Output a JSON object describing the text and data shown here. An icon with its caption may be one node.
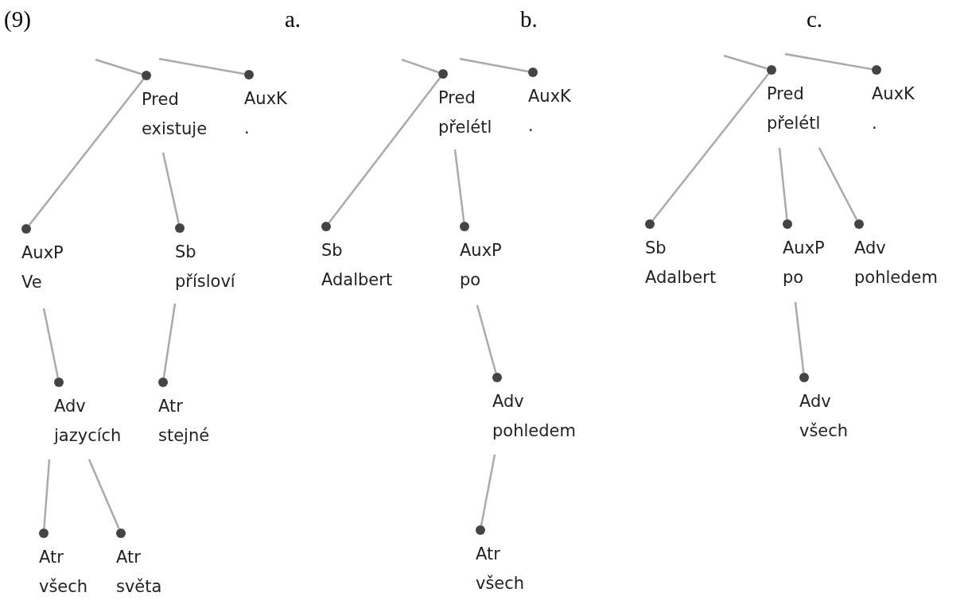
{
  "diagram": {
    "nodes": [
      {
        "text": [
          "Pred",
          "existuje"
        ]
      },
      {
        "text": [
          "AuxK",
          "."
        ]
      },
      {
        "text": [
          "AuxP",
          "Ve"
        ]
      },
      {
        "text": [
          "Sb",
          "přísloví"
        ]
      },
      {
        "text": [
          "Adv",
          "jazycích"
        ]
      },
      {
        "text": [
          "Atr",
          "stejné"
        ]
      },
      {
        "text": [
          "Atr",
          "všech"
        ]
      },
      {
        "text": [
          "Atr",
          "světa"
        ]
      },
      {
        "text": [
          "Pred",
          "přelétl"
        ]
      },
      {
        "text": [
          "AuxK",
          "."
        ]
      },
      {
        "text": [
          "Sb",
          "Adalbert"
        ]
      },
      {
        "text": [
          "AuxP",
          "po"
        ]
      },
      {
        "text": [
          "Adv",
          "pohledem"
        ]
      },
      {
        "text": [
          "Atr",
          "všech"
        ]
      },
      {
        "text": [
          "Pred",
          "přelétl"
        ]
      },
      {
        "text": [
          "AuxK",
          "."
        ]
      },
      {
        "text": [
          "Sb",
          "Adalbert"
        ]
      },
      {
        "text": [
          "AuxP",
          "po"
        ]
      },
      {
        "text": [
          "Adv",
          "pohledem"
        ]
      },
      {
        "text": [
          "Adv",
          "všech"
        ]
      }
    ],
    "edges": [
      {
        "from": null,
        "to": 0,
        "arrow": "none"
      },
      {
        "from": null,
        "to": 1,
        "arrow": "none"
      },
      {
        "from": 0,
        "to": 2,
        "arrow": "none"
      },
      {
        "from": 0,
        "to": 3,
        "arrow": "none"
      },
      {
        "from": 2,
        "to": 4,
        "arrow": "none"
      },
      {
        "from": 3,
        "to": 5,
        "arrow": "none"
      },
      {
        "from": 4,
        "to": 6,
        "arrow": "none"
      },
      {
        "from": 4,
        "to": 7,
        "arrow": "none"
      },
      {
        "from": null,
        "to": 8,
        "arrow": "none"
      },
      {
        "from": null,
        "to": 9,
        "arrow": "none"
      },
      {
        "from": 8,
        "to": 10,
        "arrow": "none"
      },
      {
        "from": 8,
        "to": 11,
        "arrow": "none"
      },
      {
        "from": 11,
        "to": 12,
        "arrow": "none"
      },
      {
        "from": 12,
        "to": 13,
        "arrow": "none"
      },
      {
        "from": null,
        "to": 14,
        "arrow": "none"
      },
      {
        "from": null,
        "to": 15,
        "arrow": "none"
      },
      {
        "from": 14,
        "to": 16,
        "arrow": "none"
      },
      {
        "from": 14,
        "to": 17,
        "arrow": "none"
      },
      {
        "from": 14,
        "to": 18,
        "arrow": "none"
      },
      {
        "from": 17,
        "to": 19,
        "arrow": "none"
      }
    ],
    "labels": [
      "(9)",
      "a.",
      "b.",
      "c."
    ]
  }
}
